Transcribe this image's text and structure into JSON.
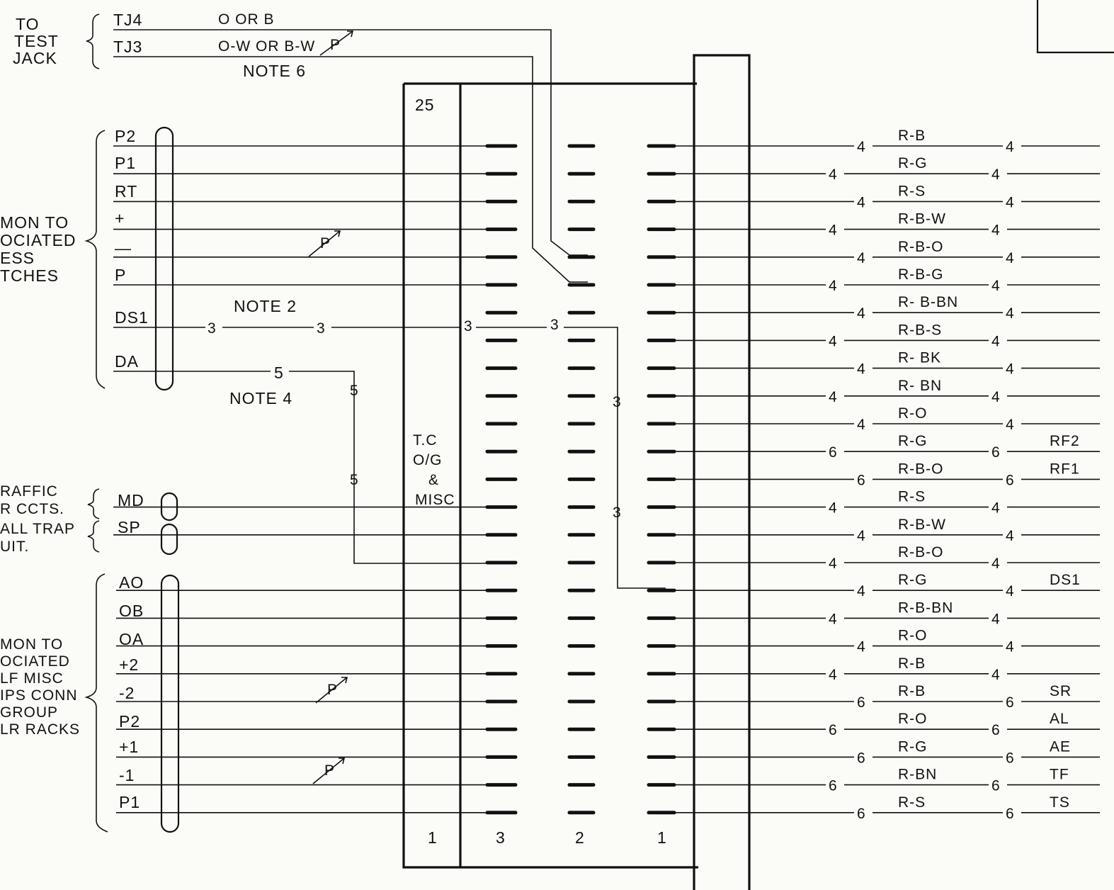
{
  "group_labels": {
    "test_jack": [
      "TO",
      "TEST",
      "JACK"
    ],
    "common_upper": [
      "MON TO",
      "OCIATED",
      "ESS",
      "TCHES"
    ],
    "traffic": [
      "RAFFIC",
      "R CCTS.",
      "ALL TRAP",
      "UIT."
    ],
    "common_lower": [
      "MON TO",
      "OCIATED",
      "LF MISC",
      "IPS CONN",
      "GROUP",
      "LR RACKS"
    ]
  },
  "test_jack_leads": [
    {
      "label": "TJ4",
      "color": "O OR B"
    },
    {
      "label": "TJ3",
      "color": "O-W OR B-W"
    }
  ],
  "test_jack_pair_mark": "P",
  "left_leads_upper": [
    "P2",
    "P1",
    "RT",
    "+",
    "—",
    "P",
    "DS1",
    "DA"
  ],
  "left_leads_traffic": [
    "MD",
    "SP"
  ],
  "left_leads_lower": [
    "AO",
    "OB",
    "OA",
    "+2",
    "-2",
    "P2",
    "+1",
    "-1",
    "P1"
  ],
  "pair_mark": "P",
  "notes": {
    "note6": "NOTE 6",
    "note2": "NOTE 2",
    "note4": "NOTE 4"
  },
  "wire_codes": {
    "ds1_left": "3",
    "ds1_mid": "3",
    "ds1_conn": "3",
    "ds1_row2": "3",
    "ds1_vert_a": "3",
    "ds1_vert_b": "3",
    "da_a": "5",
    "da_b": "5",
    "da_c": "5"
  },
  "connector": {
    "number": "25",
    "designation": [
      "T.C",
      "O/G",
      "&",
      "MISC"
    ],
    "col_labels": [
      "1",
      "3",
      "2",
      "1"
    ]
  },
  "right_wiring": [
    {
      "color": "R-B",
      "left_code": "4",
      "right_code": "4",
      "dest": ""
    },
    {
      "color": "R-G",
      "left_code": "4",
      "right_code": "4",
      "dest": ""
    },
    {
      "color": "R-S",
      "left_code": "4",
      "right_code": "4",
      "dest": ""
    },
    {
      "color": "R-B-W",
      "left_code": "4",
      "right_code": "4",
      "dest": ""
    },
    {
      "color": "R-B-O",
      "left_code": "4",
      "right_code": "4",
      "dest": ""
    },
    {
      "color": "R-B-G",
      "left_code": "4",
      "right_code": "4",
      "dest": ""
    },
    {
      "color": "R- B-BN",
      "left_code": "4",
      "right_code": "4",
      "dest": ""
    },
    {
      "color": "R-B-S",
      "left_code": "4",
      "right_code": "4",
      "dest": ""
    },
    {
      "color": "R- BK",
      "left_code": "4",
      "right_code": "4",
      "dest": ""
    },
    {
      "color": "R- BN",
      "left_code": "4",
      "right_code": "4",
      "dest": ""
    },
    {
      "color": "R-O",
      "left_code": "4",
      "right_code": "4",
      "dest": ""
    },
    {
      "color": "R-G",
      "left_code": "6",
      "right_code": "6",
      "dest": "RF2"
    },
    {
      "color": "R-B-O",
      "left_code": "6",
      "right_code": "6",
      "dest": "RF1"
    },
    {
      "color": "R-S",
      "left_code": "4",
      "right_code": "4",
      "dest": ""
    },
    {
      "color": "R-B-W",
      "left_code": "4",
      "right_code": "4",
      "dest": ""
    },
    {
      "color": "R-B-O",
      "left_code": "4",
      "right_code": "4",
      "dest": ""
    },
    {
      "color": "R-G",
      "left_code": "4",
      "right_code": "4",
      "dest": "DS1"
    },
    {
      "color": "R-B-BN",
      "left_code": "4",
      "right_code": "4",
      "dest": ""
    },
    {
      "color": "R-O",
      "left_code": "4",
      "right_code": "4",
      "dest": ""
    },
    {
      "color": "R-B",
      "left_code": "4",
      "right_code": "4",
      "dest": ""
    },
    {
      "color": "R-B",
      "left_code": "6",
      "right_code": "6",
      "dest": "SR"
    },
    {
      "color": "R-O",
      "left_code": "6",
      "right_code": "6",
      "dest": "AL"
    },
    {
      "color": "R-G",
      "left_code": "6",
      "right_code": "6",
      "dest": "AE"
    },
    {
      "color": "R-BN",
      "left_code": "6",
      "right_code": "6",
      "dest": "TF"
    },
    {
      "color": "R-S",
      "left_code": "6",
      "right_code": "6",
      "dest": "TS"
    }
  ]
}
